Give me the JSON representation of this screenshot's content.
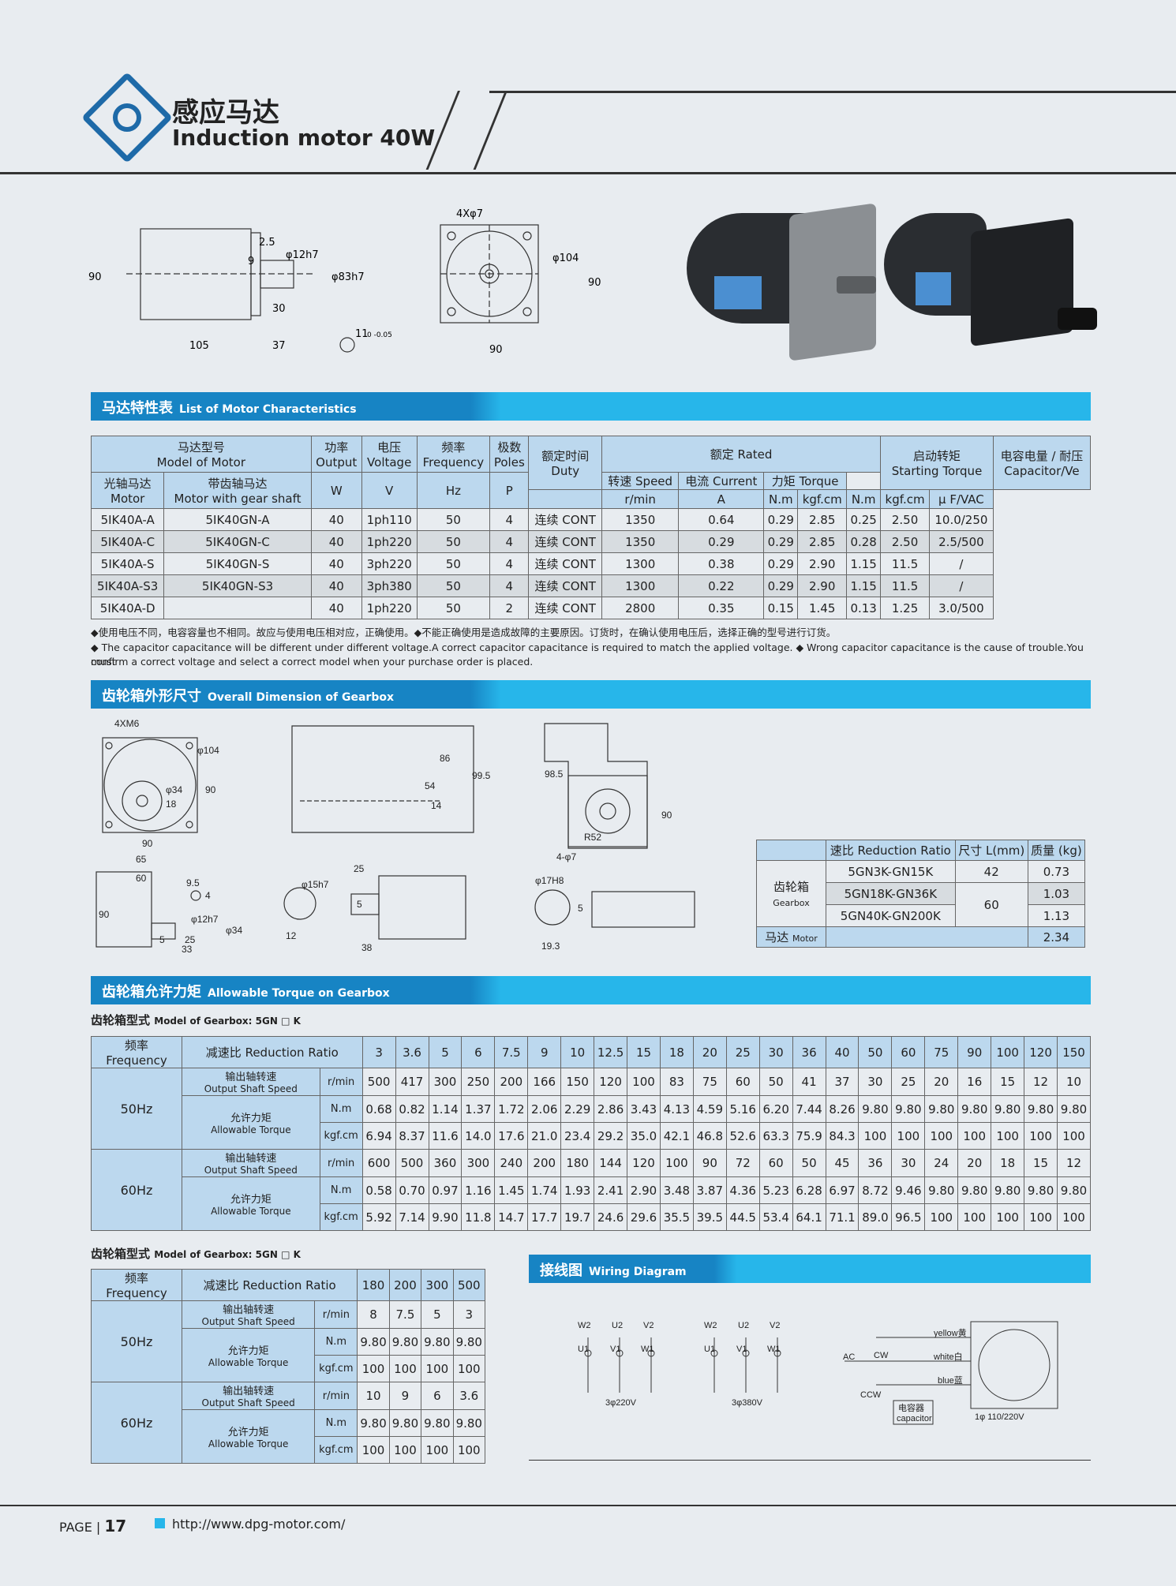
{
  "header": {
    "title_cn": "感应马达",
    "title_en": "Induction motor 40W"
  },
  "sec1": {
    "cn": "马达特性表",
    "en": "List of Motor Characteristics"
  },
  "sec2": {
    "cn": "齿轮箱外形尺寸",
    "en": "Overall Dimension of Gearbox"
  },
  "sec3": {
    "cn": "齿轮箱允许力矩",
    "en": "Allowable Torque on Gearbox"
  },
  "sec4": {
    "cn": "接线图",
    "en": "Wiring Diagram"
  },
  "motor_table": {
    "h_model_cn": "马达型号",
    "h_model_en": "Model of Motor",
    "h_output": "功率",
    "h_output_en": "Output",
    "h_voltage": "电压",
    "h_voltage_en": "Voltage",
    "h_freq": "频率",
    "h_freq_en": "Frequency",
    "h_poles": "极数",
    "h_poles_en": "Poles",
    "h_duty": "额定时间",
    "h_duty_en": "Duty",
    "h_rated": "额定 Rated",
    "h_start": "启动转矩",
    "h_start_en": "Starting Torque",
    "h_cap": "电容电量 / 耐压",
    "h_cap_en": "Capacitor/Ve",
    "h_motor_cn": "光轴马达",
    "h_motor_en": "Motor",
    "h_gear_cn": "带齿轴马达",
    "h_gear_en": "Motor with gear shaft",
    "h_speed": "转速 Speed",
    "h_current": "电流 Current",
    "h_torque": "力矩 Torque",
    "u_w": "W",
    "u_v": "V",
    "u_hz": "Hz",
    "u_p": "P",
    "u_rmin": "r/min",
    "u_a": "A",
    "u_nm": "N.m",
    "u_kgf": "kgf.cm",
    "u_nm2": "N.m",
    "u_kgf2": "kgf.cm",
    "u_cap": "μ F/VAC",
    "rows": [
      [
        "5IK40A-A",
        "5IK40GN-A",
        "40",
        "1ph110",
        "50",
        "4",
        "连续 CONT",
        "1350",
        "0.64",
        "0.29",
        "2.85",
        "0.25",
        "2.50",
        "10.0/250"
      ],
      [
        "5IK40A-C",
        "5IK40GN-C",
        "40",
        "1ph220",
        "50",
        "4",
        "连续 CONT",
        "1350",
        "0.29",
        "0.29",
        "2.85",
        "0.28",
        "2.50",
        "2.5/500"
      ],
      [
        "5IK40A-S",
        "5IK40GN-S",
        "40",
        "3ph220",
        "50",
        "4",
        "连续 CONT",
        "1300",
        "0.38",
        "0.29",
        "2.90",
        "1.15",
        "11.5",
        "/"
      ],
      [
        "5IK40A-S3",
        "5IK40GN-S3",
        "40",
        "3ph380",
        "50",
        "4",
        "连续 CONT",
        "1300",
        "0.22",
        "0.29",
        "2.90",
        "1.15",
        "11.5",
        "/"
      ],
      [
        "5IK40A-D",
        "",
        "40",
        "1ph220",
        "50",
        "2",
        "连续 CONT",
        "2800",
        "0.35",
        "0.15",
        "1.45",
        "0.13",
        "1.25",
        "3.0/500"
      ]
    ]
  },
  "notes": {
    "cn": "◆使用电压不同，电容容量也不相同。故应与使用电压相对应，正确使用。◆不能正确使用是造成故障的主要原因。订货时，在确认使用电压后，选择正确的型号进行订货。",
    "en1": "◆ The capacitor capacitance will be different under different voltage.A correct capacitor capacitance is required to match the applied voltage. ◆ Wrong capacitor capacitance is the cause of trouble.You must",
    "en2": "confirm a correct voltage and select a correct model when your purchase order is placed."
  },
  "dims": {
    "d90": "90",
    "d105": "105",
    "d37": "37",
    "d25": "2.5",
    "d9": "9",
    "d12h7": "φ12h7",
    "d83h7": "φ83h7",
    "d30": "30",
    "d11": "11",
    "d005": "0 -0.05",
    "d4x7": "4Xφ7",
    "d104": "φ104",
    "d90b": "90",
    "d90c": "90",
    "g4xm6": "4XM6",
    "g104": "φ104",
    "g90": "90",
    "g34": "φ34",
    "g18": "18",
    "g90b": "90",
    "g86": "86",
    "g995": "99.5",
    "g54": "54",
    "g14": "14",
    "g985": "98.5",
    "g90c": "90",
    "gr52": "R52",
    "g47": "4-φ7",
    "g65": "65",
    "g60": "60",
    "g95": "9.5",
    "g4": "4",
    "g90d": "90",
    "g12h7": "φ12h7",
    "g34b": "φ34",
    "g5": "5",
    "g25": "25",
    "g33": "33",
    "g15h7": "φ15h7",
    "g12": "12",
    "g25b": "25",
    "g5b": "5",
    "g38": "38",
    "g17h8": "φ17H8",
    "g5c": "5",
    "g193": "19.3"
  },
  "gear_small": {
    "h_ratio": "速比 Reduction Ratio",
    "h_size": "尺寸 L(mm)",
    "h_mass": "质量 (kg)",
    "label_cn": "齿轮箱",
    "label_en": "Gearbox",
    "motor_cn": "马达",
    "motor_en": "Motor",
    "rows": [
      [
        "5GN3K-GN15K",
        "42",
        "0.73"
      ],
      [
        "5GN18K-GN36K",
        "60",
        "1.03"
      ],
      [
        "5GN40K-GN200K",
        "",
        "1.13"
      ]
    ],
    "motor_mass": "2.34"
  },
  "torque1": {
    "title": "齿轮箱型式",
    "title_en": "Model of Gearbox: 5GN □ K",
    "h_freq": "频率 Frequency",
    "h_ratio": "减速比 Reduction Ratio",
    "ratios": [
      "3",
      "3.6",
      "5",
      "6",
      "7.5",
      "9",
      "10",
      "12.5",
      "15",
      "18",
      "20",
      "25",
      "30",
      "36",
      "40",
      "50",
      "60",
      "75",
      "90",
      "100",
      "120",
      "150"
    ],
    "f50": "50Hz",
    "f60": "60Hz",
    "speed_cn": "输出轴转速",
    "speed_en": "Output Shaft Speed",
    "torque_cn": "允许力矩",
    "torque_en": "Allowable Torque",
    "u_rmin": "r/min",
    "u_nm": "N.m",
    "u_kgf": "kgf.cm",
    "s50": [
      "500",
      "417",
      "300",
      "250",
      "200",
      "166",
      "150",
      "120",
      "100",
      "83",
      "75",
      "60",
      "50",
      "41",
      "37",
      "30",
      "25",
      "20",
      "16",
      "15",
      "12",
      "10"
    ],
    "n50": [
      "0.68",
      "0.82",
      "1.14",
      "1.37",
      "1.72",
      "2.06",
      "2.29",
      "2.86",
      "3.43",
      "4.13",
      "4.59",
      "5.16",
      "6.20",
      "7.44",
      "8.26",
      "9.80",
      "9.80",
      "9.80",
      "9.80",
      "9.80",
      "9.80",
      "9.80"
    ],
    "k50": [
      "6.94",
      "8.37",
      "11.6",
      "14.0",
      "17.6",
      "21.0",
      "23.4",
      "29.2",
      "35.0",
      "42.1",
      "46.8",
      "52.6",
      "63.3",
      "75.9",
      "84.3",
      "100",
      "100",
      "100",
      "100",
      "100",
      "100",
      "100"
    ],
    "s60": [
      "600",
      "500",
      "360",
      "300",
      "240",
      "200",
      "180",
      "144",
      "120",
      "100",
      "90",
      "72",
      "60",
      "50",
      "45",
      "36",
      "30",
      "24",
      "20",
      "18",
      "15",
      "12"
    ],
    "n60": [
      "0.58",
      "0.70",
      "0.97",
      "1.16",
      "1.45",
      "1.74",
      "1.93",
      "2.41",
      "2.90",
      "3.48",
      "3.87",
      "4.36",
      "5.23",
      "6.28",
      "6.97",
      "8.72",
      "9.46",
      "9.80",
      "9.80",
      "9.80",
      "9.80",
      "9.80"
    ],
    "k60": [
      "5.92",
      "7.14",
      "9.90",
      "11.8",
      "14.7",
      "17.7",
      "19.7",
      "24.6",
      "29.6",
      "35.5",
      "39.5",
      "44.5",
      "53.4",
      "64.1",
      "71.1",
      "89.0",
      "96.5",
      "100",
      "100",
      "100",
      "100",
      "100"
    ]
  },
  "torque2": {
    "ratios": [
      "180",
      "200",
      "300",
      "500"
    ],
    "s50": [
      "8",
      "7.5",
      "5",
      "3"
    ],
    "n50": [
      "9.80",
      "9.80",
      "9.80",
      "9.80"
    ],
    "k50": [
      "100",
      "100",
      "100",
      "100"
    ],
    "s60": [
      "10",
      "9",
      "6",
      "3.6"
    ],
    "n60": [
      "9.80",
      "9.80",
      "9.80",
      "9.80"
    ],
    "k60": [
      "100",
      "100",
      "100",
      "100"
    ]
  },
  "wiring": {
    "w2": "W2",
    "u2": "U2",
    "v2": "V2",
    "u1": "U1",
    "v1": "V1",
    "w1": "W1",
    "l220": "3φ220V",
    "l380": "3φ380V",
    "ac": "AC",
    "cw": "CW",
    "ccw": "CCW",
    "yellow": "yellow黄",
    "white": "white白",
    "blue": "blue蓝",
    "cap_cn": "电容器",
    "cap_en": "capacitor",
    "single": "1φ  110/220V"
  },
  "footer": {
    "page": "PAGE | ",
    "num": "17",
    "url": "http://www.dpg-motor.com/"
  }
}
